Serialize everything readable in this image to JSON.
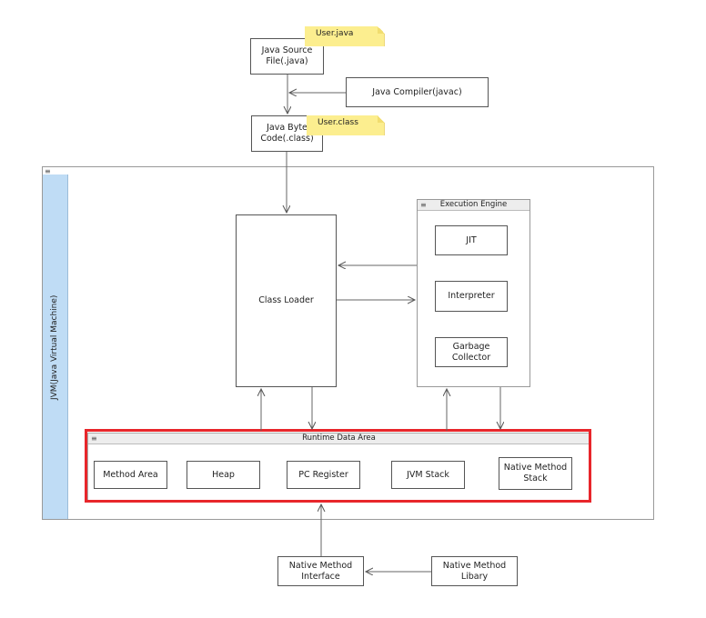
{
  "nodes": {
    "source_file": "Java Source\nFile(.java)",
    "compiler": "Java Compiler(javac)",
    "byte_code": "Java Byte\nCode(.class)",
    "class_loader": "Class Loader",
    "jit": "JIT",
    "interpreter": "Interpreter",
    "garbage_collector": "Garbage\nCollector",
    "method_area": "Method Area",
    "heap": "Heap",
    "pc_register": "PC Register",
    "jvm_stack": "JVM Stack",
    "native_method_stack": "Native Method\nStack",
    "native_method_interface": "Native Method\nInterface",
    "native_method_library": "Native Method\nLibary"
  },
  "notes": {
    "user_java": "User.java",
    "user_class": "User.class"
  },
  "frames": {
    "jvm": "JVM(Java Virtual Machine)",
    "execution_engine": "Execution Engine",
    "runtime_data_area": "Runtime Data Area",
    "icon": "≡"
  },
  "colors": {
    "highlight": "#e8262b",
    "note": "#fcee8f",
    "jvm_band": "#bfdcf5"
  }
}
